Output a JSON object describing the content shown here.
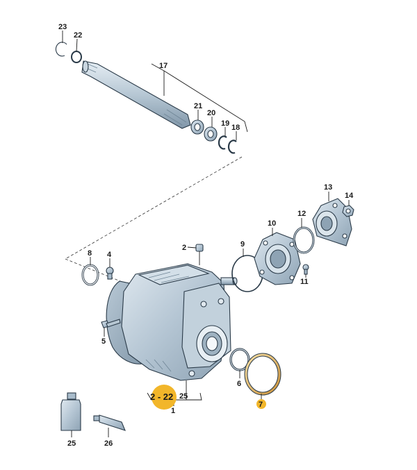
{
  "diagram": {
    "accent_color": "#f2b62a",
    "part_color": "#b9c9d6",
    "labels": {
      "p1": "1",
      "p2": "2",
      "p4": "4",
      "p5": "5",
      "p6": "6",
      "p7": "7",
      "p8": "8",
      "p9": "9",
      "p10": "10",
      "p11": "11",
      "p12": "12",
      "p13": "13",
      "p14": "14",
      "p17": "17",
      "p18": "18",
      "p19": "19",
      "p20": "20",
      "p21": "21",
      "p22": "22",
      "p23": "23",
      "p25": "25",
      "p26": "26",
      "group_range": "2 - 22",
      "group_extra": "25"
    }
  }
}
